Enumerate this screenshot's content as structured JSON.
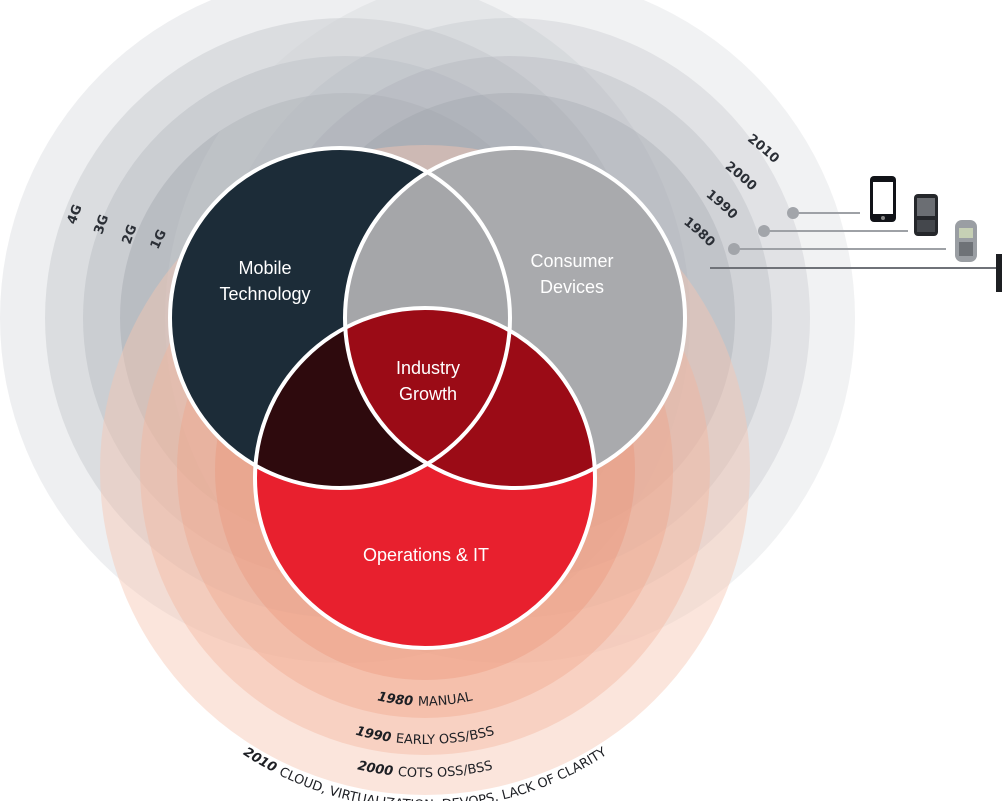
{
  "venn": {
    "mobile_line1": "Mobile",
    "mobile_line2": "Technology",
    "consumer_line1": "Consumer",
    "consumer_line2": "Devices",
    "industry_line1": "Industry",
    "industry_line2": "Growth",
    "operations": "Operations & IT"
  },
  "mobile_generations": [
    "4G",
    "3G",
    "2G",
    "1G"
  ],
  "device_eras": [
    "2010",
    "2000",
    "1990",
    "1980"
  ],
  "devices": [
    "smartphone-icon",
    "blackberry-phone-icon",
    "nokia-phone-icon",
    "brick-phone-icon"
  ],
  "operations_eras": [
    {
      "year": "1980",
      "label": "MANUAL"
    },
    {
      "year": "1990",
      "label": "EARLY OSS/BSS"
    },
    {
      "year": "2000",
      "label": "COTS OSS/BSS"
    },
    {
      "year": "2010",
      "label": "CLOUD, VIRTUALIZATION, DEVOPS, LACK OF CLARITY"
    }
  ],
  "colors": {
    "mobile": "#1c2c38",
    "consumer": "#a9aaad",
    "operations": "#e8202e",
    "mobile_consumer": "#a5a6a9",
    "mobile_operations": "#2e0a0d",
    "consumer_operations": "#9b0b16",
    "center": "#9b0b16",
    "gray_ring": "#b9bdc4",
    "red_ring": "#f4b49a"
  }
}
